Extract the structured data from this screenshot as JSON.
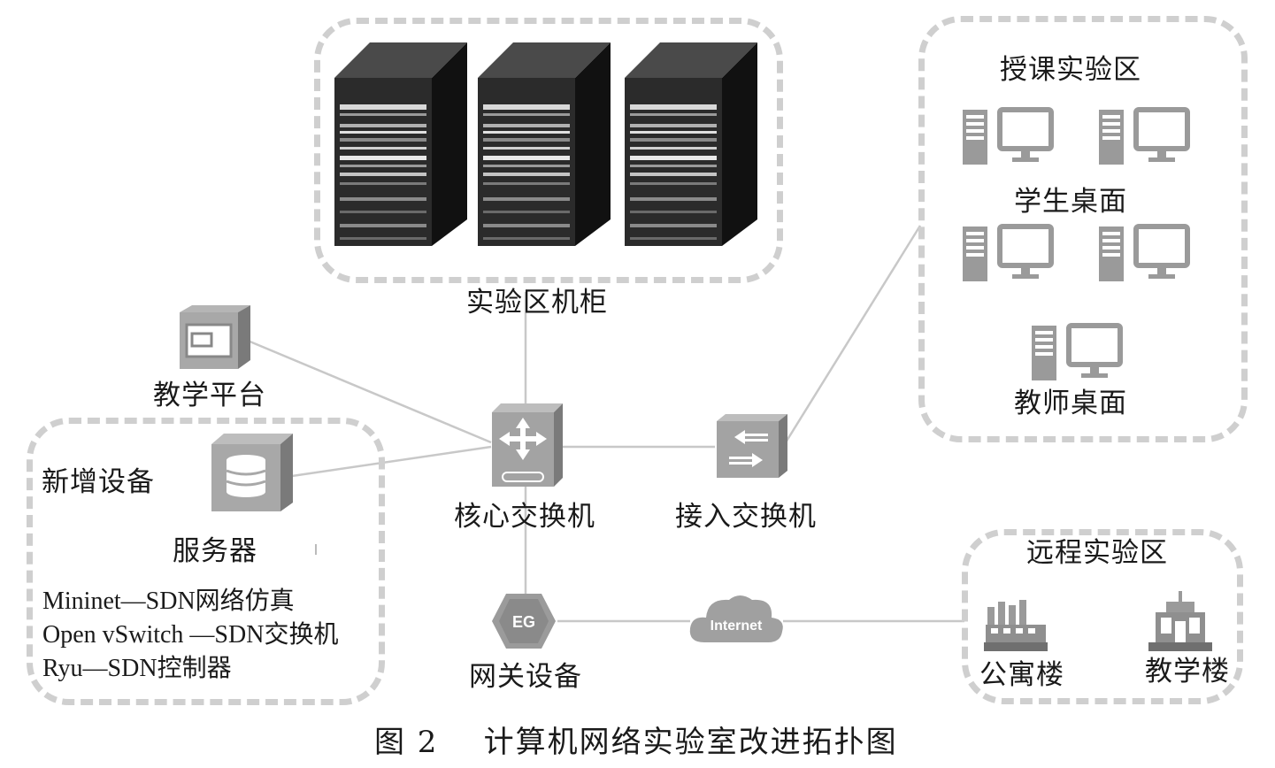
{
  "labels": {
    "cabinet": "实验区机柜",
    "teaching_zone": "授课实验区",
    "student_desktop": "学生桌面",
    "teacher_desktop": "教师桌面",
    "teaching_platform": "教学平台",
    "new_equipment": "新增设备",
    "server": "服务器",
    "core_switch": "核心交换机",
    "access_switch": "接入交换机",
    "remote_zone": "远程实验区",
    "gateway": "网关设备",
    "dormitory": "公寓楼",
    "teaching_building": "教学楼"
  },
  "icon_text": {
    "gateway": "EG",
    "internet": "Internet"
  },
  "notes": [
    "Mininet—SDN网络仿真",
    "Open vSwitch —SDN交换机",
    "Ryu—SDN控制器"
  ],
  "caption": "图 2    计算机网络实验室改进拓扑图",
  "colors": {
    "zone_border": "#cfcfcf",
    "link": "#c8c8c8",
    "rack_dark": "#2b2b2b",
    "icon_gray": "#8f8f8f"
  }
}
